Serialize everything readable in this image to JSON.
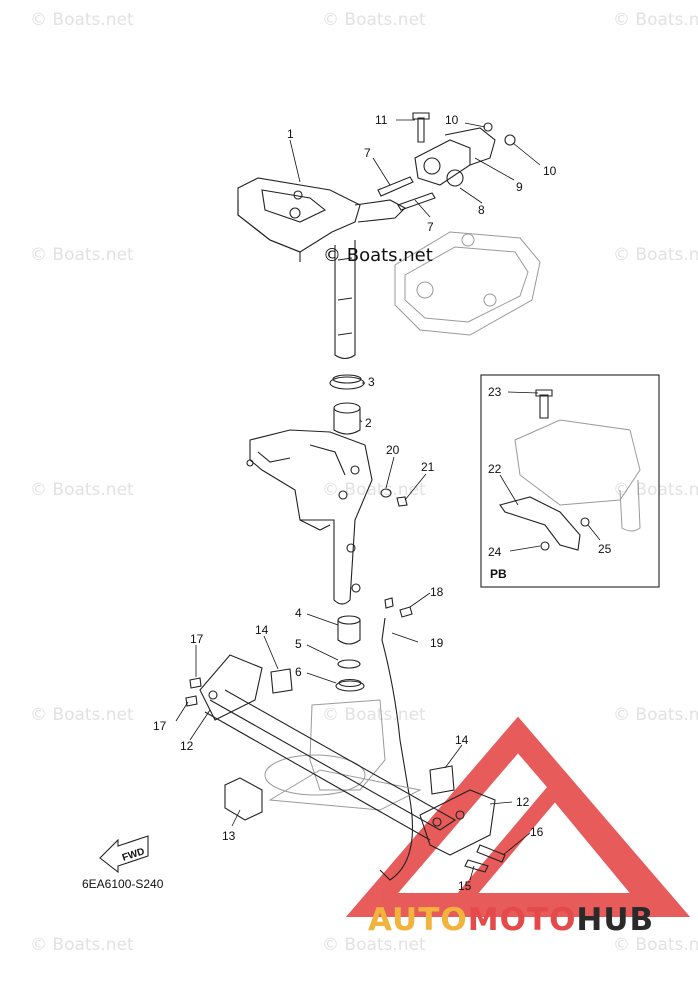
{
  "watermark": {
    "text": "© Boats.net",
    "center_text": "© Boats.net"
  },
  "diagram": {
    "code": "6EA6100-S240",
    "inset_label": "PB",
    "fwd_label": "FWD",
    "callouts": {
      "c1": "1",
      "c2": "2",
      "c3": "3",
      "c4": "4",
      "c5": "5",
      "c6": "6",
      "c7a": "7",
      "c7b": "7",
      "c8": "8",
      "c9": "9",
      "c10a": "10",
      "c10b": "10",
      "c11": "11",
      "c12a": "12",
      "c12b": "12",
      "c13": "13",
      "c14a": "14",
      "c14b": "14",
      "c15": "15",
      "c16": "16",
      "c17a": "17",
      "c17b": "17",
      "c18": "18",
      "c19": "19",
      "c20": "20",
      "c21": "21",
      "c22": "22",
      "c23": "23",
      "c24": "24",
      "c25": "25"
    }
  },
  "logo": {
    "part_a": "AUTO",
    "part_b": "MOTO",
    "part_c": "HUB",
    "colors": {
      "triangle": "#e54a4a",
      "auto": "#f2b33d",
      "moto": "#e54a4a",
      "hub": "#2a2a2a"
    }
  }
}
